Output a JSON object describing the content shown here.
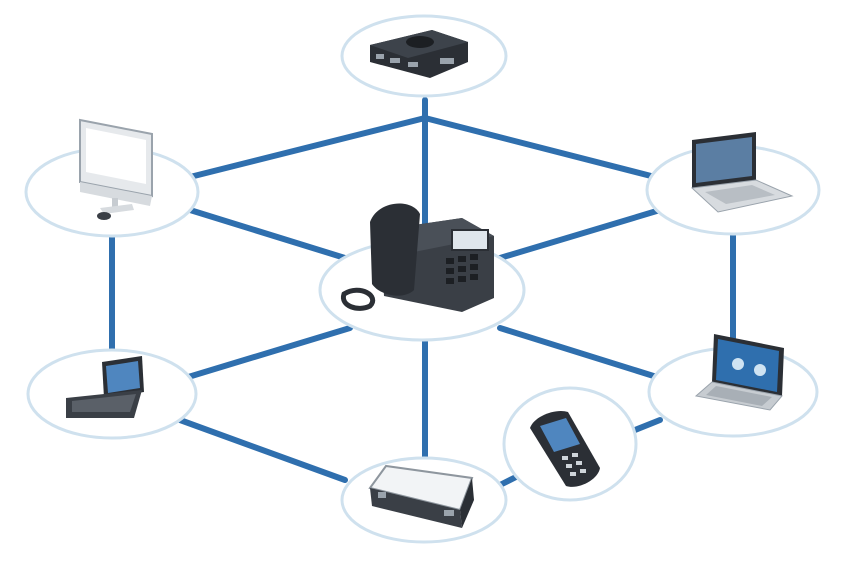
{
  "colors": {
    "link": "#2f6fae",
    "node_fill": "#ffffff",
    "node_stroke": "#cfe1ee",
    "device_dark": "#2b2f35",
    "device_mid": "#4a5058",
    "device_light": "#e9edf1",
    "screen_blue": "#2f6fae",
    "screen_light": "#cfe3f2"
  },
  "nodes": [
    {
      "id": "hub",
      "icon": "desk-phone-icon",
      "name": "desk-phone-node"
    },
    {
      "id": "top",
      "icon": "network-base-station-icon",
      "name": "base-station-node"
    },
    {
      "id": "left-top",
      "icon": "desktop-monitor-icon",
      "name": "desktop-computer-node"
    },
    {
      "id": "right-top",
      "icon": "laptop-icon",
      "name": "laptop-node"
    },
    {
      "id": "left-bottom",
      "icon": "mini-laptop-icon",
      "name": "mini-laptop-node"
    },
    {
      "id": "right-bottom",
      "icon": "laptop-blue-screen-icon",
      "name": "laptop-blue-screen-node"
    },
    {
      "id": "bottom",
      "icon": "router-box-icon",
      "name": "router-node"
    },
    {
      "id": "handset",
      "icon": "mobile-handset-icon",
      "name": "mobile-handset-node"
    }
  ]
}
